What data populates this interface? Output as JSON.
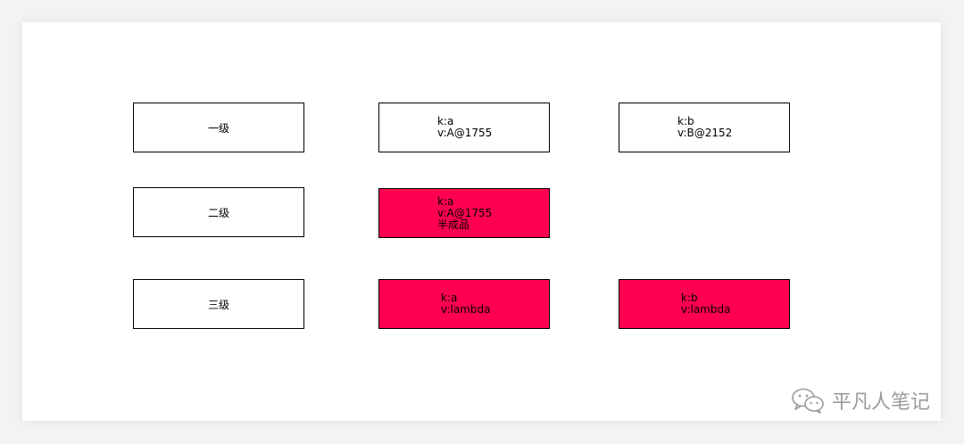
{
  "colors": {
    "highlight": "#ff0050",
    "plain": "#ffffff",
    "border": "#000000"
  },
  "rows": [
    {
      "label": "一级",
      "cells": [
        {
          "lines": [
            "k:a",
            "v:A@1755"
          ],
          "highlighted": false
        },
        {
          "lines": [
            "k:b",
            "v:B@2152"
          ],
          "highlighted": false
        }
      ]
    },
    {
      "label": "二级",
      "cells": [
        {
          "lines": [
            "k:a",
            "v:A@1755",
            "半成品"
          ],
          "highlighted": true
        }
      ]
    },
    {
      "label": "三级",
      "cells": [
        {
          "lines": [
            "k:a",
            "v:lambda"
          ],
          "highlighted": true
        },
        {
          "lines": [
            "k:b",
            "v:lambda"
          ],
          "highlighted": true
        }
      ]
    }
  ],
  "watermark": {
    "icon": "wechat-icon",
    "text": "平凡人笔记"
  }
}
